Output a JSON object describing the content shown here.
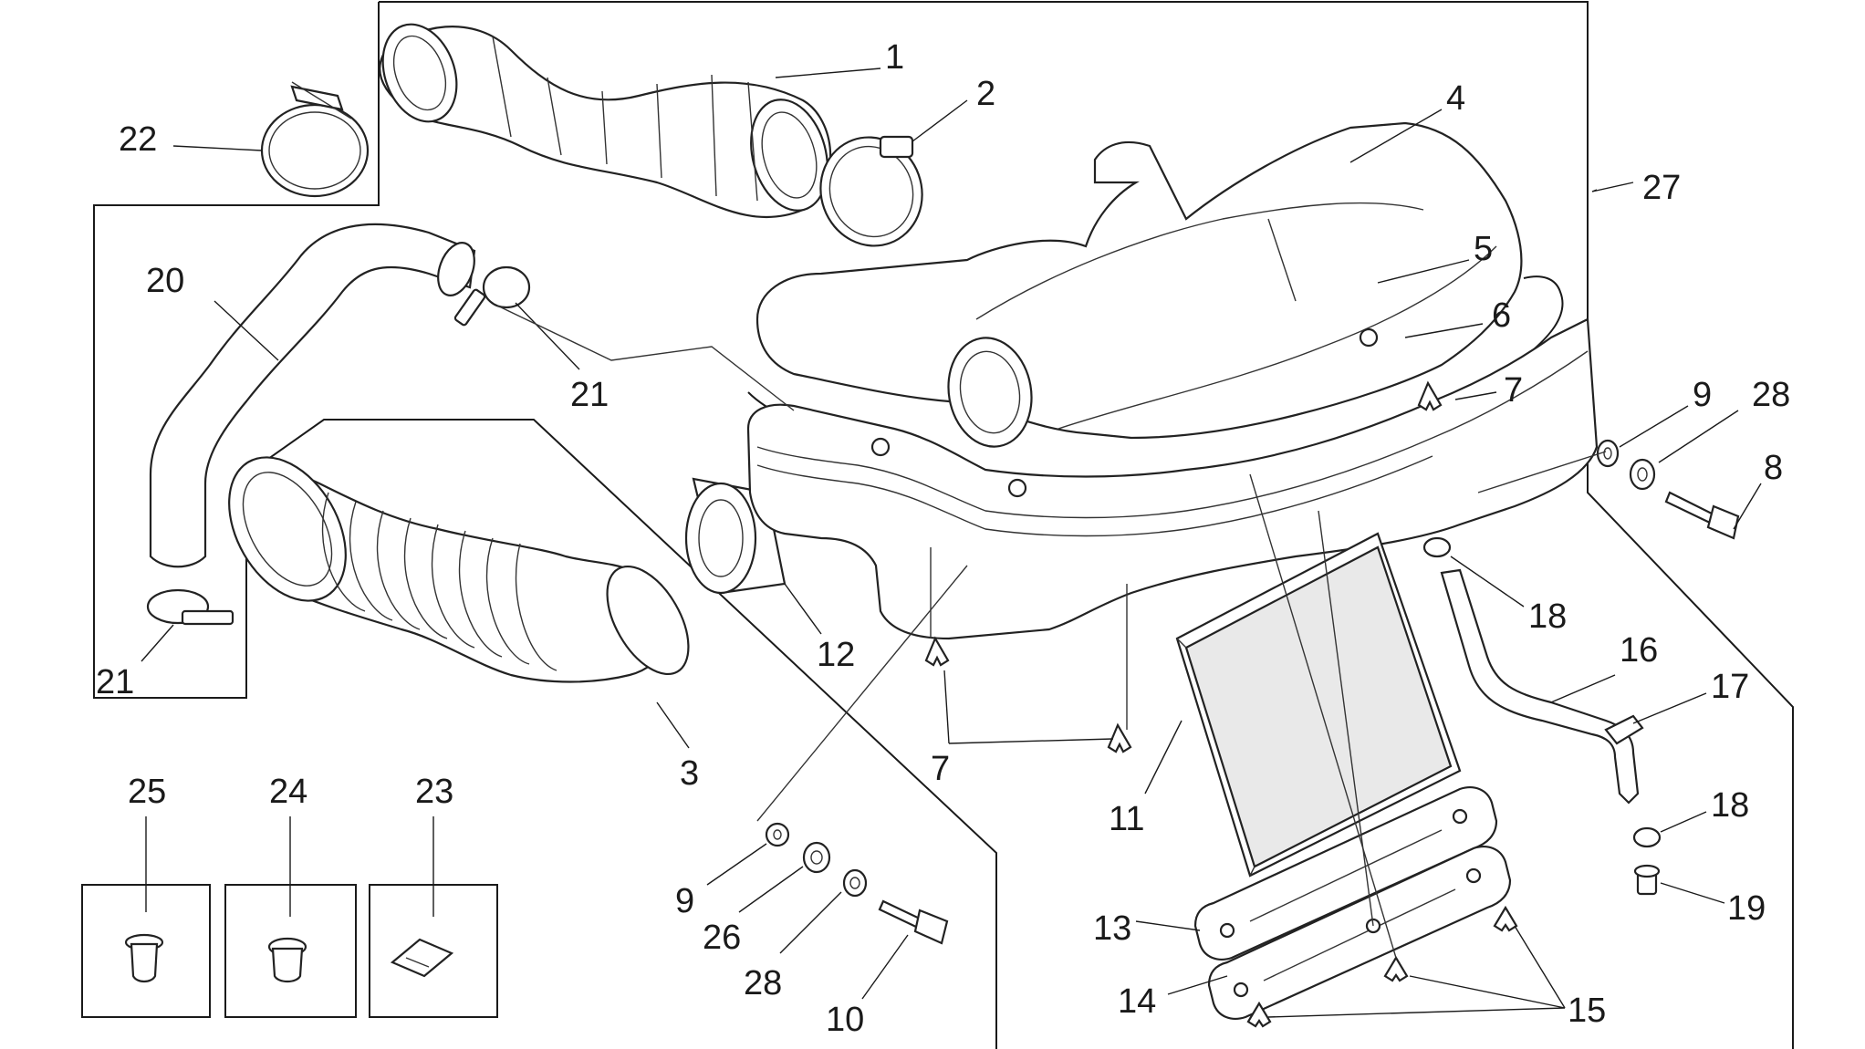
{
  "callouts": {
    "c1": "1",
    "c2": "2",
    "c3": "3",
    "c4": "4",
    "c5": "5",
    "c6": "6",
    "c7a": "7",
    "c7b": "7",
    "c8": "8",
    "c9a": "9",
    "c9b": "9",
    "c10": "10",
    "c11": "11",
    "c12": "12",
    "c13": "13",
    "c14": "14",
    "c15": "15",
    "c16": "16",
    "c17": "17",
    "c18a": "18",
    "c18b": "18",
    "c19": "19",
    "c20": "20",
    "c21a": "21",
    "c21b": "21",
    "c22": "22",
    "c23": "23",
    "c24": "24",
    "c25": "25",
    "c26": "26",
    "c27": "27",
    "c28a": "28",
    "c28b": "28"
  },
  "colors": {
    "line": "#1a1a1a",
    "filter_fill": "#d8d8d8",
    "background": "#ffffff"
  }
}
